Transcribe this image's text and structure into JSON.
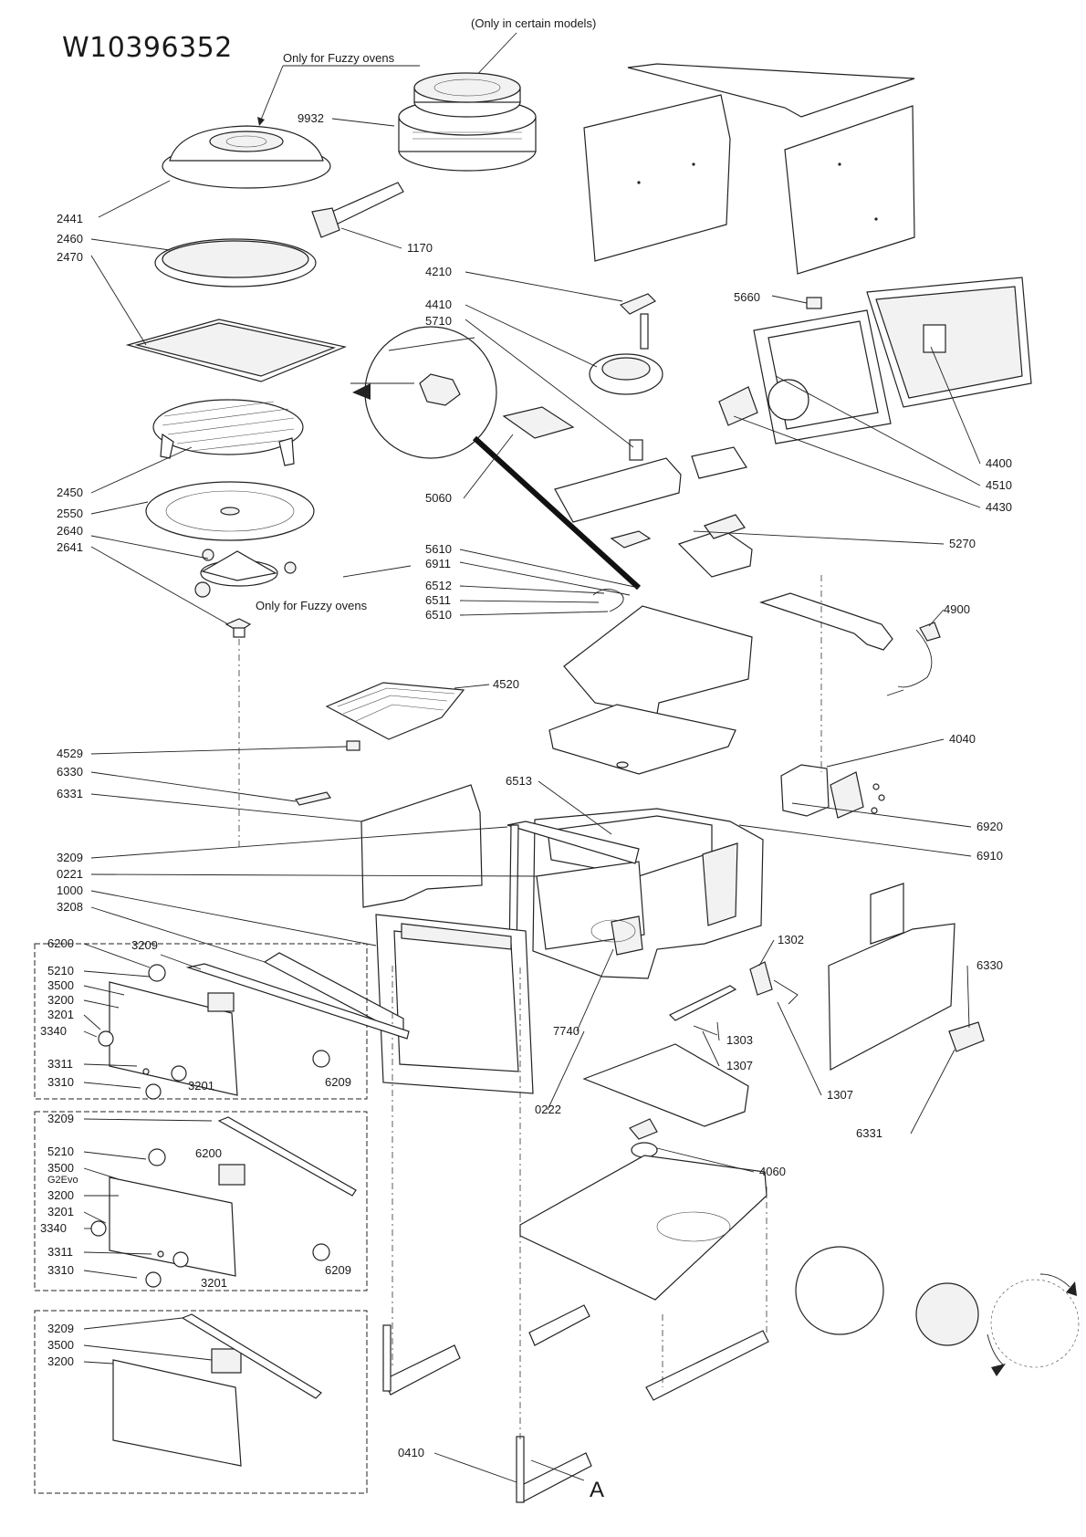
{
  "document": {
    "model_number": "W10396352",
    "notes": {
      "only_in_certain_models": "(Only in certain models)",
      "only_for_fuzzy_ovens_top": "Only for Fuzzy ovens",
      "only_for_fuzzy_ovens_mid": "Only for Fuzzy ovens"
    },
    "view_marker": "A"
  },
  "callouts": {
    "c9932": "9932",
    "c2441": "2441",
    "c1170": "1170",
    "c2460": "2460",
    "c2470": "2470",
    "c4210": "4210",
    "c4410": "4410",
    "c5710": "5710",
    "c5660": "5660",
    "c4400": "4400",
    "c4510": "4510",
    "c4430": "4430",
    "c2450": "2450",
    "c2550": "2550",
    "c2640": "2640",
    "c2641": "2641",
    "c5060": "5060",
    "c5270": "5270",
    "c5610": "5610",
    "c6911": "6911",
    "c6512": "6512",
    "c6511": "6511",
    "c6510": "6510",
    "c4900": "4900",
    "c4520": "4520",
    "c4040": "4040",
    "c4529": "4529",
    "c6330a": "6330",
    "c6331a": "6331",
    "c6513": "6513",
    "c6920": "6920",
    "c6910": "6910",
    "c3209a": "3209",
    "c0221": "0221",
    "c1000": "1000",
    "c3208": "3208",
    "c1302": "1302",
    "c6330b": "6330",
    "c7740": "7740",
    "c1303": "1303",
    "c1307a": "1307",
    "c1307b": "1307",
    "c0222": "0222",
    "c6331b": "6331",
    "c4060": "4060",
    "c0410": "0410"
  },
  "panel_group_1": {
    "l6200": "6200",
    "l3209": "3209",
    "l5210": "5210",
    "l3500": "3500",
    "l3200": "3200",
    "l3201": "3201",
    "l3340": "3340",
    "l6209": "6209",
    "l3311": "3311",
    "l3310": "3310",
    "l3201b": "3201"
  },
  "panel_group_2": {
    "l3209": "3209",
    "l5210": "5210",
    "l6200": "6200",
    "l3500": "3500",
    "l3500_sub": "G2Evo",
    "l3200": "3200",
    "l3201": "3201",
    "l3340": "3340",
    "l6209": "6209",
    "l3311": "3311",
    "l3310": "3310",
    "l3201b": "3201"
  },
  "panel_group_3": {
    "l3209": "3209",
    "l3500": "3500",
    "l3200": "3200"
  }
}
